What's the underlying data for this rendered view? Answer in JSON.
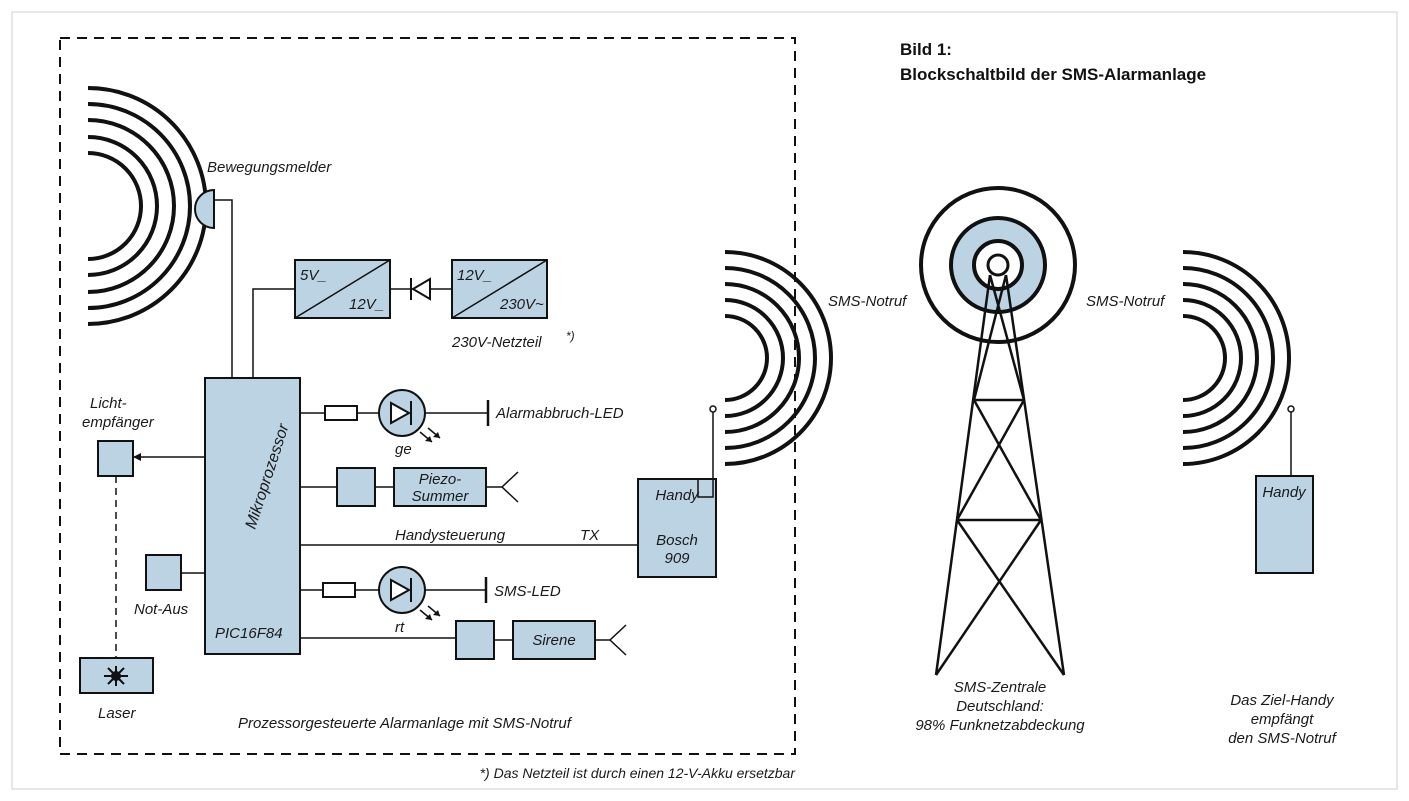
{
  "title": {
    "line1": "Bild 1:",
    "line2": "Blockschaltbild der SMS-Alarmanlage"
  },
  "labels": {
    "bewegungsmelder": "Bewegungsmelder",
    "conv_5v": "5V_",
    "conv_12v": "12V_",
    "psu_12v": "12V_",
    "psu_230v": "230V~",
    "netzteil": "230V-Netzteil",
    "netzteil_note_mark": "*)",
    "mikroprozessor": "Mikroprozessor",
    "pic": "PIC16F84",
    "licht_1": "Licht-",
    "licht_2": "empfänger",
    "not_aus": "Not-Aus",
    "laser": "Laser",
    "alarmabbruch_led": "Alarmabbruch-LED",
    "ge": "ge",
    "piezo_1": "Piezo-",
    "piezo_2": "Summer",
    "handysteuerung": "Handysteuerung",
    "tx": "TX",
    "handy": "Handy",
    "bosch_1": "Bosch",
    "bosch_2": "909",
    "sms_led": "SMS-LED",
    "rt": "rt",
    "sirene": "Sirene",
    "caption_box": "Prozessorgesteuerte Alarmanlage mit SMS-Notruf",
    "sms_notruf_left": "SMS-Notruf",
    "sms_notruf_right": "SMS-Notruf",
    "zentrale_1": "SMS-Zentrale",
    "zentrale_2": "Deutschland:",
    "zentrale_3": "98% Funknetzabdeckung",
    "handy_target": "Handy",
    "ziel_1": "Das Ziel-Handy",
    "ziel_2": "empfängt",
    "ziel_3": "den SMS-Notruf",
    "footnote": "*) Das Netzteil ist durch einen 12-V-Akku ersetzbar"
  },
  "colors": {
    "block_fill": "#bcd3e4",
    "line": "#111111",
    "background": "#ffffff"
  }
}
